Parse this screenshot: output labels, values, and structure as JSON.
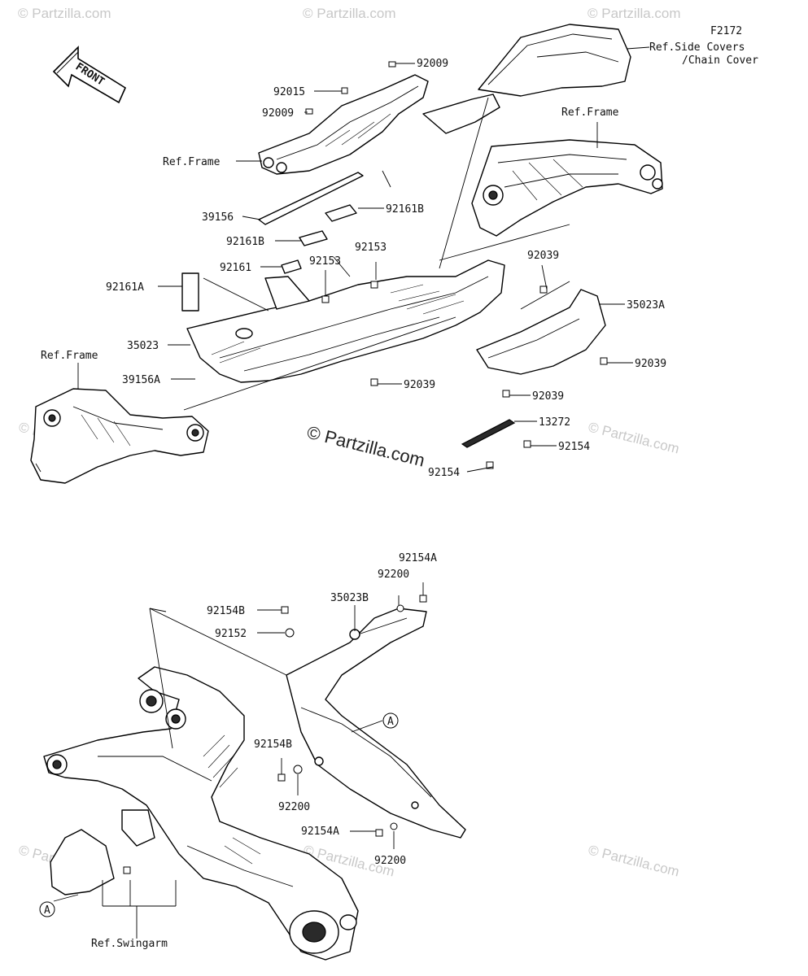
{
  "diagram_code": "F2172",
  "watermark": {
    "small": "© Partzilla.com",
    "center": "© Partzilla.com"
  },
  "front_arrow": {
    "text": "FRONT"
  },
  "references": {
    "side_covers_line1": "Ref.Side Covers",
    "side_covers_line2": "/Chain Cover",
    "frame_top_left": "Ref.Frame",
    "frame_top_right": "Ref.Frame",
    "frame_left": "Ref.Frame",
    "swingarm": "Ref.Swingarm"
  },
  "callouts": {
    "p92009_top": "92009",
    "p92015": "92015",
    "p92009_left": "92009",
    "p39156": "39156",
    "p92161B_right": "92161B",
    "p92161B_left": "92161B",
    "p92153_right": "92153",
    "p92161": "92161",
    "p92153_left": "92153",
    "p92161A": "92161A",
    "p92039_top": "92039",
    "p35023A": "35023A",
    "p35023": "35023",
    "p92039_right": "92039",
    "p39156A": "39156A",
    "p92039_mid": "92039",
    "p92039_low": "92039",
    "p13272": "13272",
    "p92154_right": "92154",
    "p92154_low": "92154",
    "p92154A_top": "92154A",
    "p92200_top": "92200",
    "p35023B": "35023B",
    "p92154B_top": "92154B",
    "p92152": "92152",
    "p92154B_mid": "92154B",
    "p92200_mid": "92200",
    "p92154A_low": "92154A",
    "p92200_low": "92200",
    "marker_a": "A"
  }
}
